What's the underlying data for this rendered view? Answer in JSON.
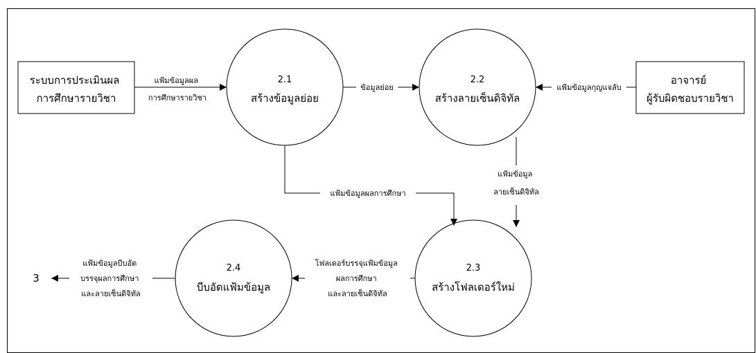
{
  "entities": {
    "grading_system": {
      "line1": "ระบบการประเมินผล",
      "line2": "การศึกษารายวิชา"
    },
    "instructor": {
      "line1": "อาจารย์",
      "line2": "ผู้รับผิดชอบรายวิชา"
    }
  },
  "processes": {
    "p21": {
      "number": "2.1",
      "label": "สร้างข้อมูลย่อย"
    },
    "p22": {
      "number": "2.2",
      "label": "สร้างลายเซ็นดิจิทัล"
    },
    "p23": {
      "number": "2.3",
      "label": "สร้างโฟลเดอร์ใหม่"
    },
    "p24": {
      "number": "2.4",
      "label": "บีบอัดแฟ้มข้อมูล"
    }
  },
  "flows": {
    "grading_to_p21": {
      "line1": "แฟ้มข้อมูลผล",
      "line2": "การศึกษารายวิชา"
    },
    "p21_to_p22": {
      "label": "ข้อมูลย่อย"
    },
    "instructor_to_p22": {
      "label": "แฟ้มข้อมูลกุญแจลับ"
    },
    "p21_to_p23": {
      "label": "แฟ้มข้อมูลผลการศึกษา"
    },
    "p22_to_p23": {
      "line1": "แฟ้มข้อมูล",
      "line2": "ลายเซ็นดิจิทัล"
    },
    "p23_to_p24": {
      "line1": "โฟลเดอร์บรรจุแฟ้มข้อมูล",
      "line2": "ผลการศึกษา",
      "line3": "และลายเซ็นดิจิทัล"
    },
    "p24_to_out": {
      "line1": "แฟ้มข้อมูลบีบอัด",
      "line2": "บรรจุผลการศึกษา",
      "line3": "และลายเซ็นดิจิทัล"
    }
  },
  "connector": {
    "label": "3"
  }
}
